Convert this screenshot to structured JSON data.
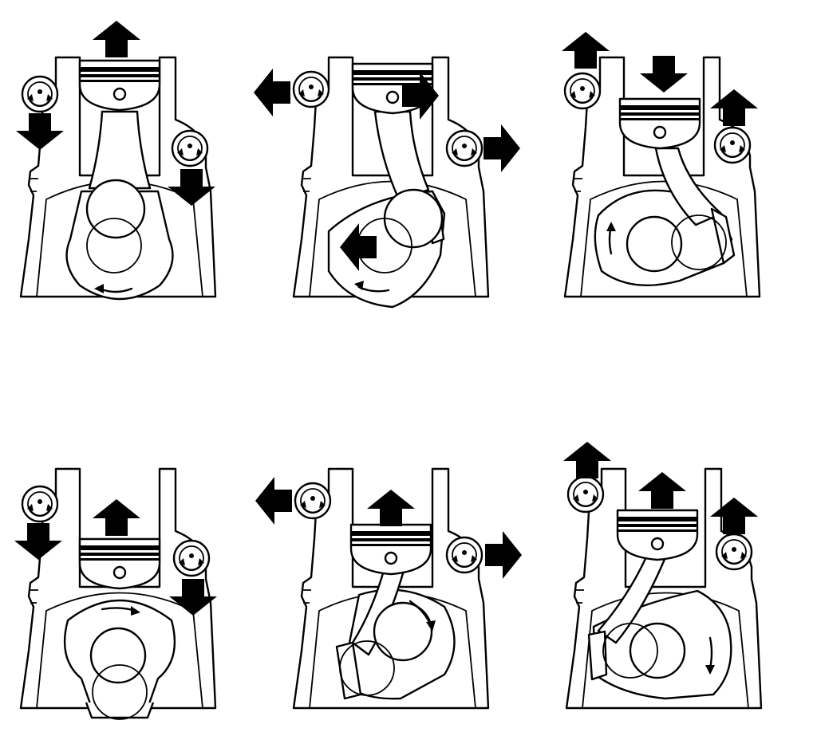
{
  "diagram": {
    "colors": {
      "ink": "#000000",
      "background": "#ffffff"
    },
    "panels": [
      {
        "id": "panel-1",
        "crank_angle": 0,
        "piston_motion": "up",
        "left_balancer_force": "down",
        "right_balancer_force": "down"
      },
      {
        "id": "panel-2",
        "crank_angle": 60,
        "piston_motion": "none",
        "left_balancer_force": "left",
        "right_balancer_force": "right"
      },
      {
        "id": "panel-3",
        "crank_angle": 120,
        "piston_motion": "down",
        "left_balancer_force": "up",
        "right_balancer_force": "up"
      },
      {
        "id": "panel-4",
        "crank_angle": 180,
        "piston_motion": "up",
        "left_balancer_force": "down",
        "right_balancer_force": "down"
      },
      {
        "id": "panel-5",
        "crank_angle": 240,
        "piston_motion": "up",
        "left_balancer_force": "left",
        "right_balancer_force": "right"
      },
      {
        "id": "panel-6",
        "crank_angle": 300,
        "piston_motion": "up",
        "left_balancer_force": "up",
        "right_balancer_force": "up"
      }
    ],
    "icons": [
      "up-arrow-icon",
      "down-arrow-icon",
      "left-arrow-icon",
      "right-arrow-icon",
      "rotation-arrow-icon",
      "balancer-shaft-icon"
    ]
  }
}
